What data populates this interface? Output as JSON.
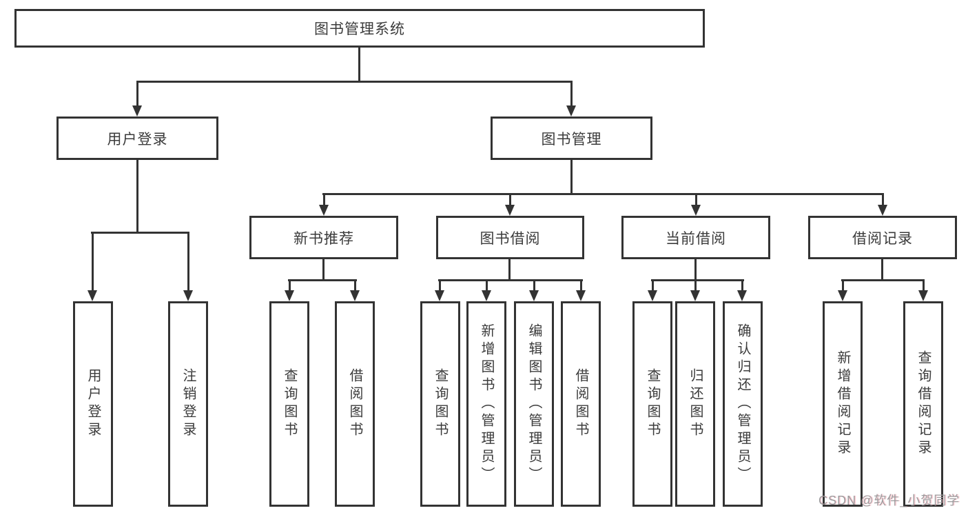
{
  "diagram": {
    "root": {
      "label": "图书管理系统"
    },
    "level2": [
      {
        "id": "user-login",
        "label": "用户登录"
      },
      {
        "id": "book-management",
        "label": "图书管理"
      }
    ],
    "level3": [
      {
        "id": "new-book-recommend",
        "label": "新书推荐",
        "parent": "图书管理"
      },
      {
        "id": "book-borrow",
        "label": "图书借阅",
        "parent": "图书管理"
      },
      {
        "id": "current-borrow",
        "label": "当前借阅",
        "parent": "图书管理"
      },
      {
        "id": "borrow-records",
        "label": "借阅记录",
        "parent": "图书管理"
      }
    ],
    "leaves": [
      {
        "label": "用户登录",
        "parent": "用户登录"
      },
      {
        "label": "注销登录",
        "parent": "用户登录"
      },
      {
        "label": "查询图书",
        "parent": "新书推荐"
      },
      {
        "label": "借阅图书",
        "parent": "新书推荐"
      },
      {
        "label": "查询图书",
        "parent": "图书借阅"
      },
      {
        "label": "新增图书（管理员）",
        "parent": "图书借阅"
      },
      {
        "label": "编辑图书（管理员）",
        "parent": "图书借阅"
      },
      {
        "label": "借阅图书",
        "parent": "图书借阅"
      },
      {
        "label": "查询图书",
        "parent": "当前借阅"
      },
      {
        "label": "归还图书",
        "parent": "当前借阅"
      },
      {
        "label": "确认归还（管理员）",
        "parent": "当前借阅"
      },
      {
        "label": "新增借阅记录",
        "parent": "借阅记录"
      },
      {
        "label": "查询借阅记录",
        "parent": "借阅记录"
      }
    ],
    "watermark": "CSDN @软件_小贺同学",
    "colors": {
      "line": "#333333",
      "text": "#3b3b3b",
      "watermark": "#9c9c9e",
      "background": "#ffffff"
    }
  }
}
